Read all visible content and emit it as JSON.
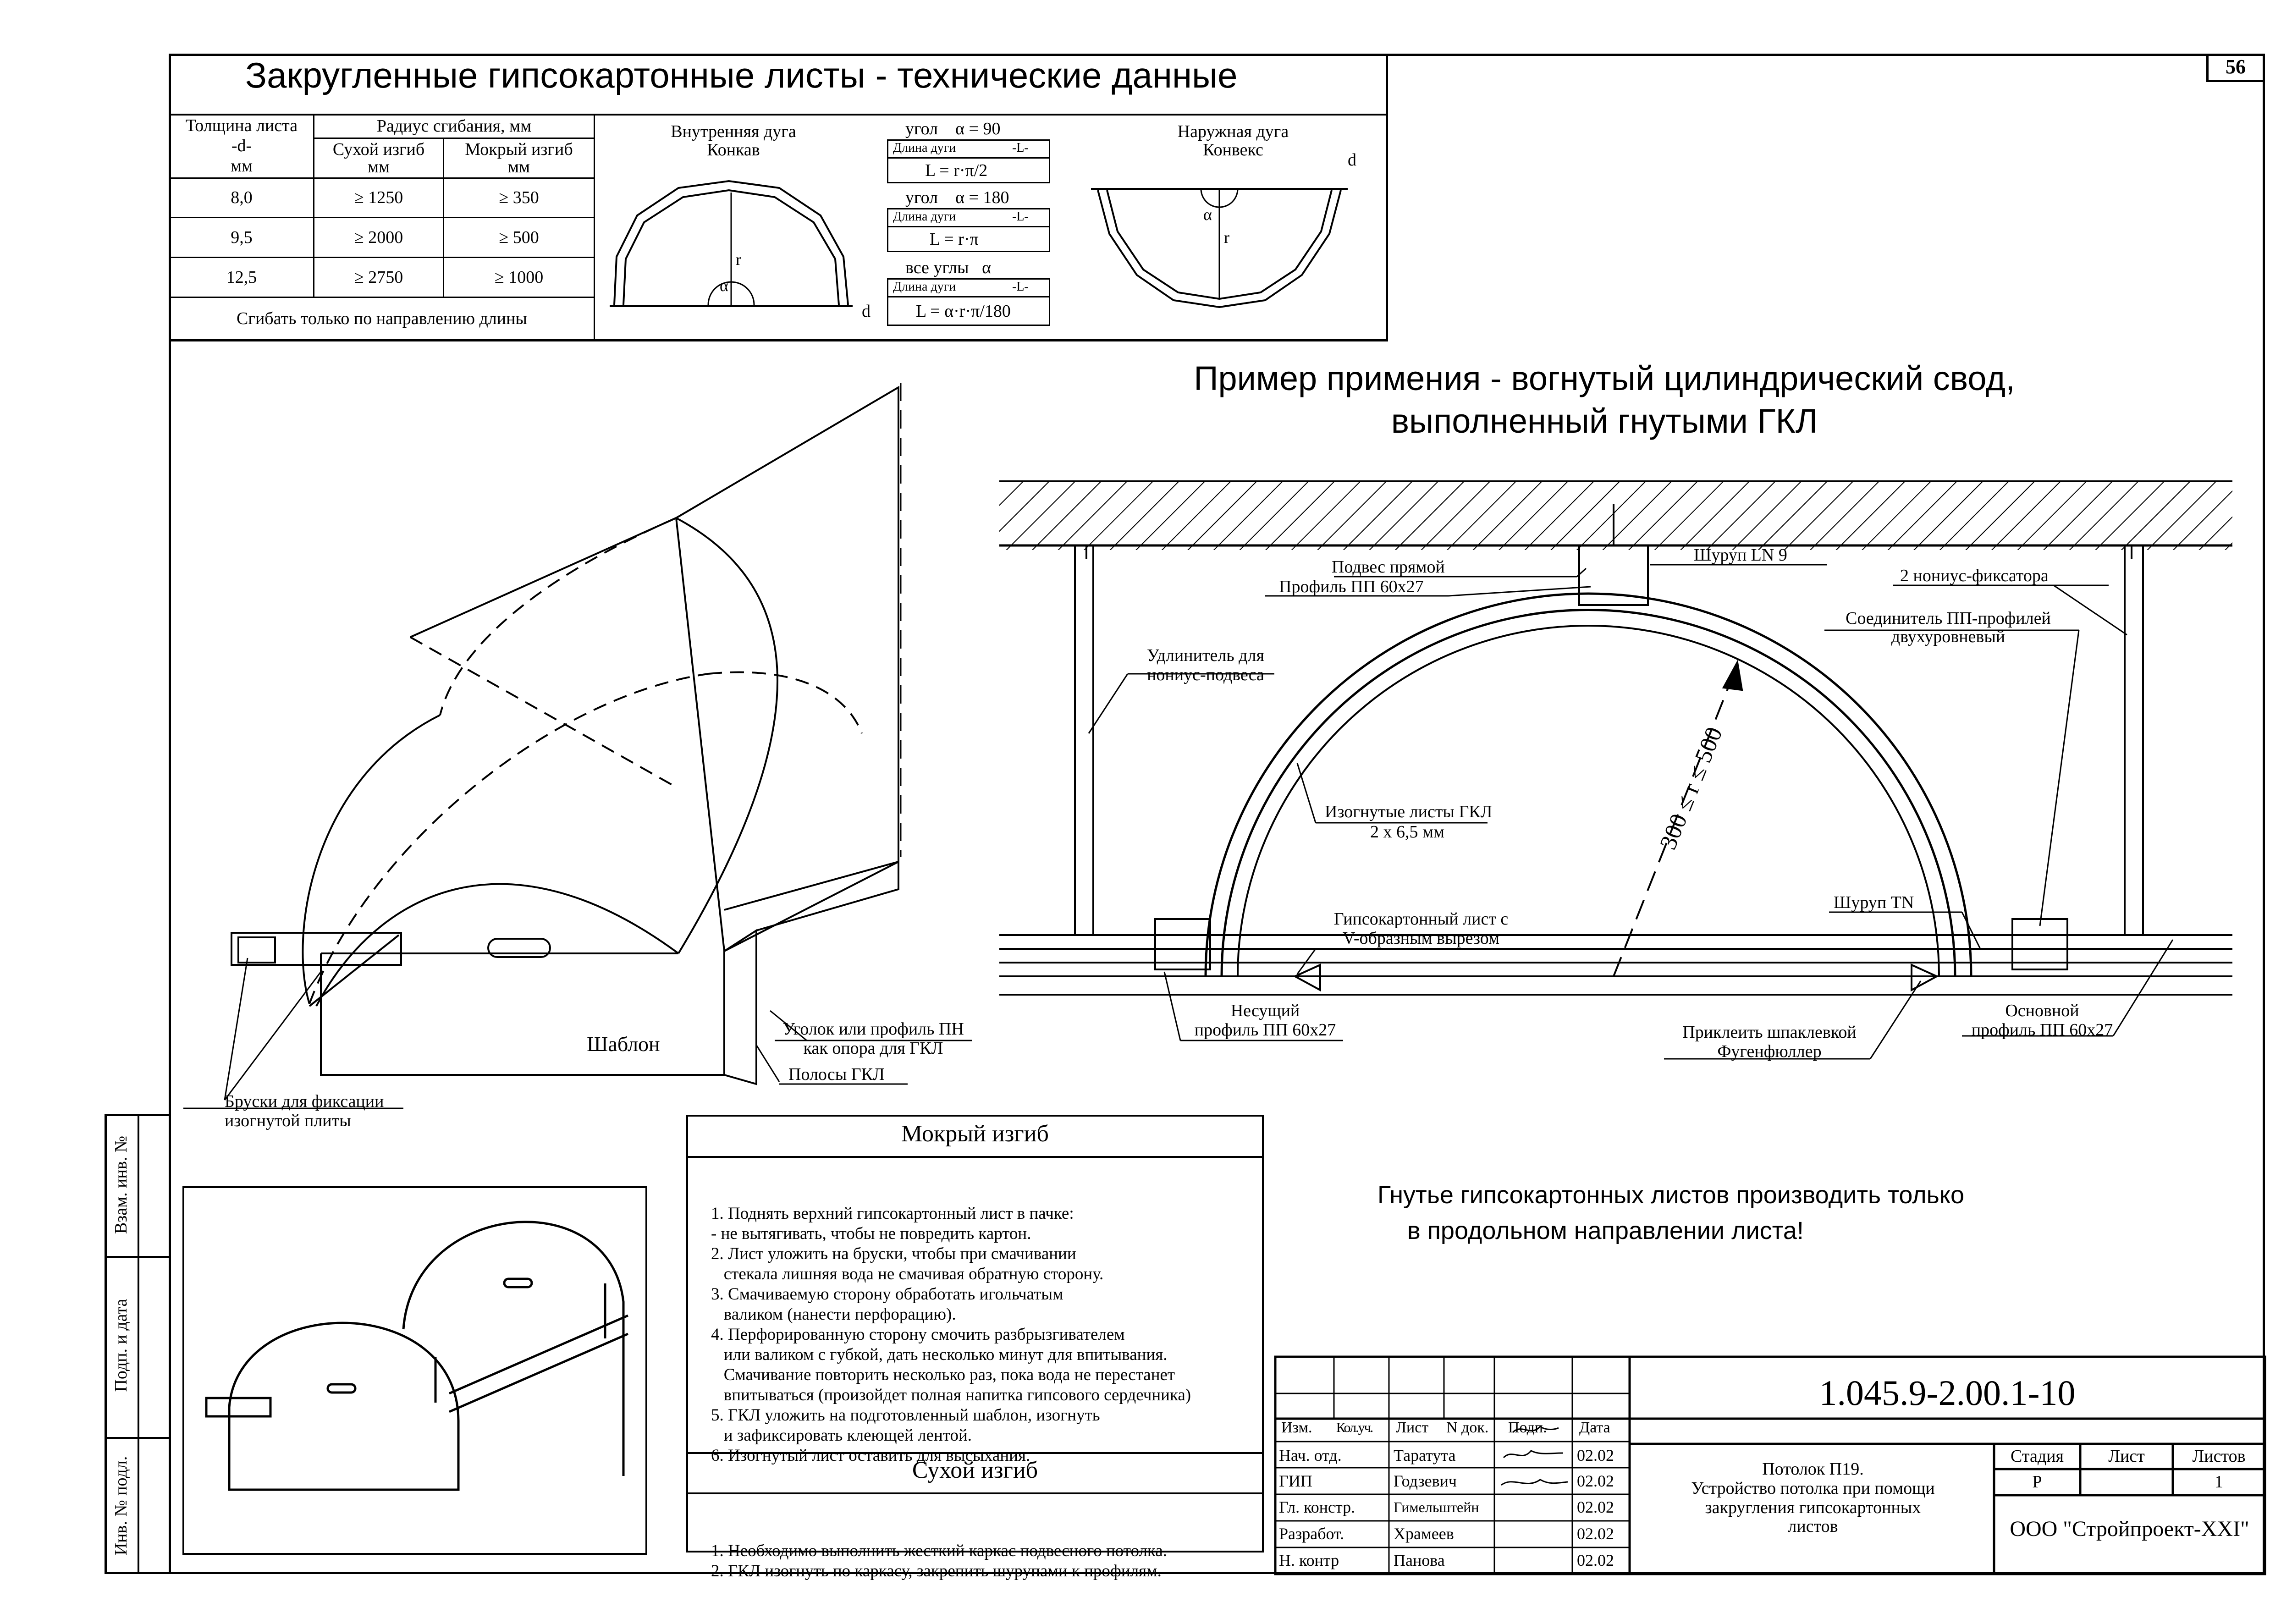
{
  "sheet_number": "56",
  "tech": {
    "title": "Закругленные гипсокартонные листы - технические данные",
    "col_thickness": [
      "Толщина листа",
      "-d-",
      "мм"
    ],
    "col_radius": "Радиус сгибания, мм",
    "col_dry": [
      "Сухой изгиб",
      "мм"
    ],
    "col_wet": [
      "Мокрый изгиб",
      "мм"
    ],
    "rows": [
      {
        "d": "8,0",
        "dry": "≥ 1250",
        "wet": "≥ 350"
      },
      {
        "d": "9,5",
        "dry": "≥ 2000",
        "wet": "≥ 500"
      },
      {
        "d": "12,5",
        "dry": "≥ 2750",
        "wet": "≥ 1000"
      }
    ],
    "note": "Сгибать только по направлению длины",
    "inner_arc": [
      "Внутренняя дуга",
      "Конкав"
    ],
    "outer_arc": [
      "Наружная дуга",
      "Конвекс"
    ],
    "angles": [
      {
        "label": "угол",
        "alpha": "α = 90",
        "len_label": "Длина дуги",
        "L": "-L-",
        "formula": "L = r·π/2"
      },
      {
        "label": "угол",
        "alpha": "α = 180",
        "len_label": "Длина дуги",
        "L": "-L-",
        "formula": "L = r·π"
      },
      {
        "label": "все углы",
        "alpha": "α",
        "len_label": "Длина дуги",
        "L": "-L-",
        "formula": "L = α·r·π/180"
      }
    ],
    "sym_r": "r",
    "sym_d": "d",
    "sym_alpha": "α"
  },
  "example_title": [
    "Пример примения - вогнутый цилиндрический свод,",
    "выполненный гнутыми ГКЛ"
  ],
  "labels": {
    "hanger": "Подвес прямой",
    "profile_pp": "Профиль ПП 60х27",
    "screw_ln": "Шуруп LN 9",
    "nonius2": "2 нониус-фиксатора",
    "connector": [
      "Соединитель ПП-профилей",
      "двухуровневый"
    ],
    "extender": [
      "Удлинитель для",
      "нониус-подвеса"
    ],
    "bent_sheets": [
      "Изогнутые листы ГКЛ",
      "2 х 6,5 мм"
    ],
    "radius": "300 ≤ r ≤ 500",
    "v_sheet": [
      "Гипсокартонный лист с",
      "V-образным вырезом"
    ],
    "screw_tn": "Шуруп TN",
    "carrying": [
      "Несущий",
      "профиль ПП 60х27"
    ],
    "glue": [
      "Приклеить шпаклевкой",
      "Фугенфюллер"
    ],
    "main_profile": [
      "Основной",
      "профиль ПП 60х27"
    ],
    "template": "Шаблон",
    "angle_pn": [
      "Уголок или профиль ПН",
      "как опора для ГКЛ"
    ],
    "strips": "Полосы ГКЛ",
    "bars": [
      "Бруски для фиксации",
      "изогнутой плиты"
    ]
  },
  "wet": {
    "title": "Мокрый изгиб",
    "lines": [
      "1. Поднять верхний гипсокартонный лист в пачке:",
      "- не вытягивать, чтобы не повредить картон.",
      "2. Лист уложить на бруски, чтобы при смачивании",
      "   стекала лишняя вода не смачивая обратную сторону.",
      "3. Смачиваемую сторону обработать игольчатым",
      "   валиком (нанести перфорацию).",
      "4. Перфорированную сторону смочить разбрызгивателем",
      "   или валиком с губкой, дать несколько минут для впитывания.",
      "   Смачивание повторить несколько раз, пока вода не перестанет",
      "   впитываться (произойдет полная напитка гипсового сердечника)",
      "5. ГКЛ уложить на подготовленный шаблон, изогнуть",
      "   и зафиксировать клеющей лентой.",
      "6. Изогнутый лист оставить для высыхания."
    ]
  },
  "dry": {
    "title": "Сухой изгиб",
    "lines": [
      "1. Необходимо выполнить жесткий каркас подвесного потолка.",
      "2. ГКЛ изогнуть по каркасу, закрепить шурупами к профилям."
    ]
  },
  "note": [
    "Гнутье гипсокартонных листов производить только",
    "в продольном направлении листа!"
  ],
  "side": [
    "Взам. инв. №",
    "Подп. и дата",
    "Инв. № подл."
  ],
  "stamp": {
    "code": "1.045.9-2.00.1-10",
    "headers": [
      "Изм.",
      "Кол.уч.",
      "Лист",
      "N док.",
      "Подп.",
      "Дата"
    ],
    "people": [
      {
        "role": "Нач. отд.",
        "name": "Таратута",
        "date": "02.02"
      },
      {
        "role": "ГИП",
        "name": "Годзевич",
        "date": "02.02"
      },
      {
        "role": "Гл. констр.",
        "name": "Гимельштейн",
        "date": "02.02"
      },
      {
        "role": "Разработ.",
        "name": "Храмеев",
        "date": "02.02"
      },
      {
        "role": "Н. контр",
        "name": "Панова",
        "date": "02.02"
      }
    ],
    "title": [
      "Потолок П19.",
      "Устройство потолка при помощи",
      "закругления гипсокартонных",
      "листов"
    ],
    "stage_hdr": "Стадия",
    "sheet_hdr": "Лист",
    "sheets_hdr": "Листов",
    "stage": "Р",
    "sheets": "1",
    "org": "ООО \"Стройпроект-XXI\""
  }
}
